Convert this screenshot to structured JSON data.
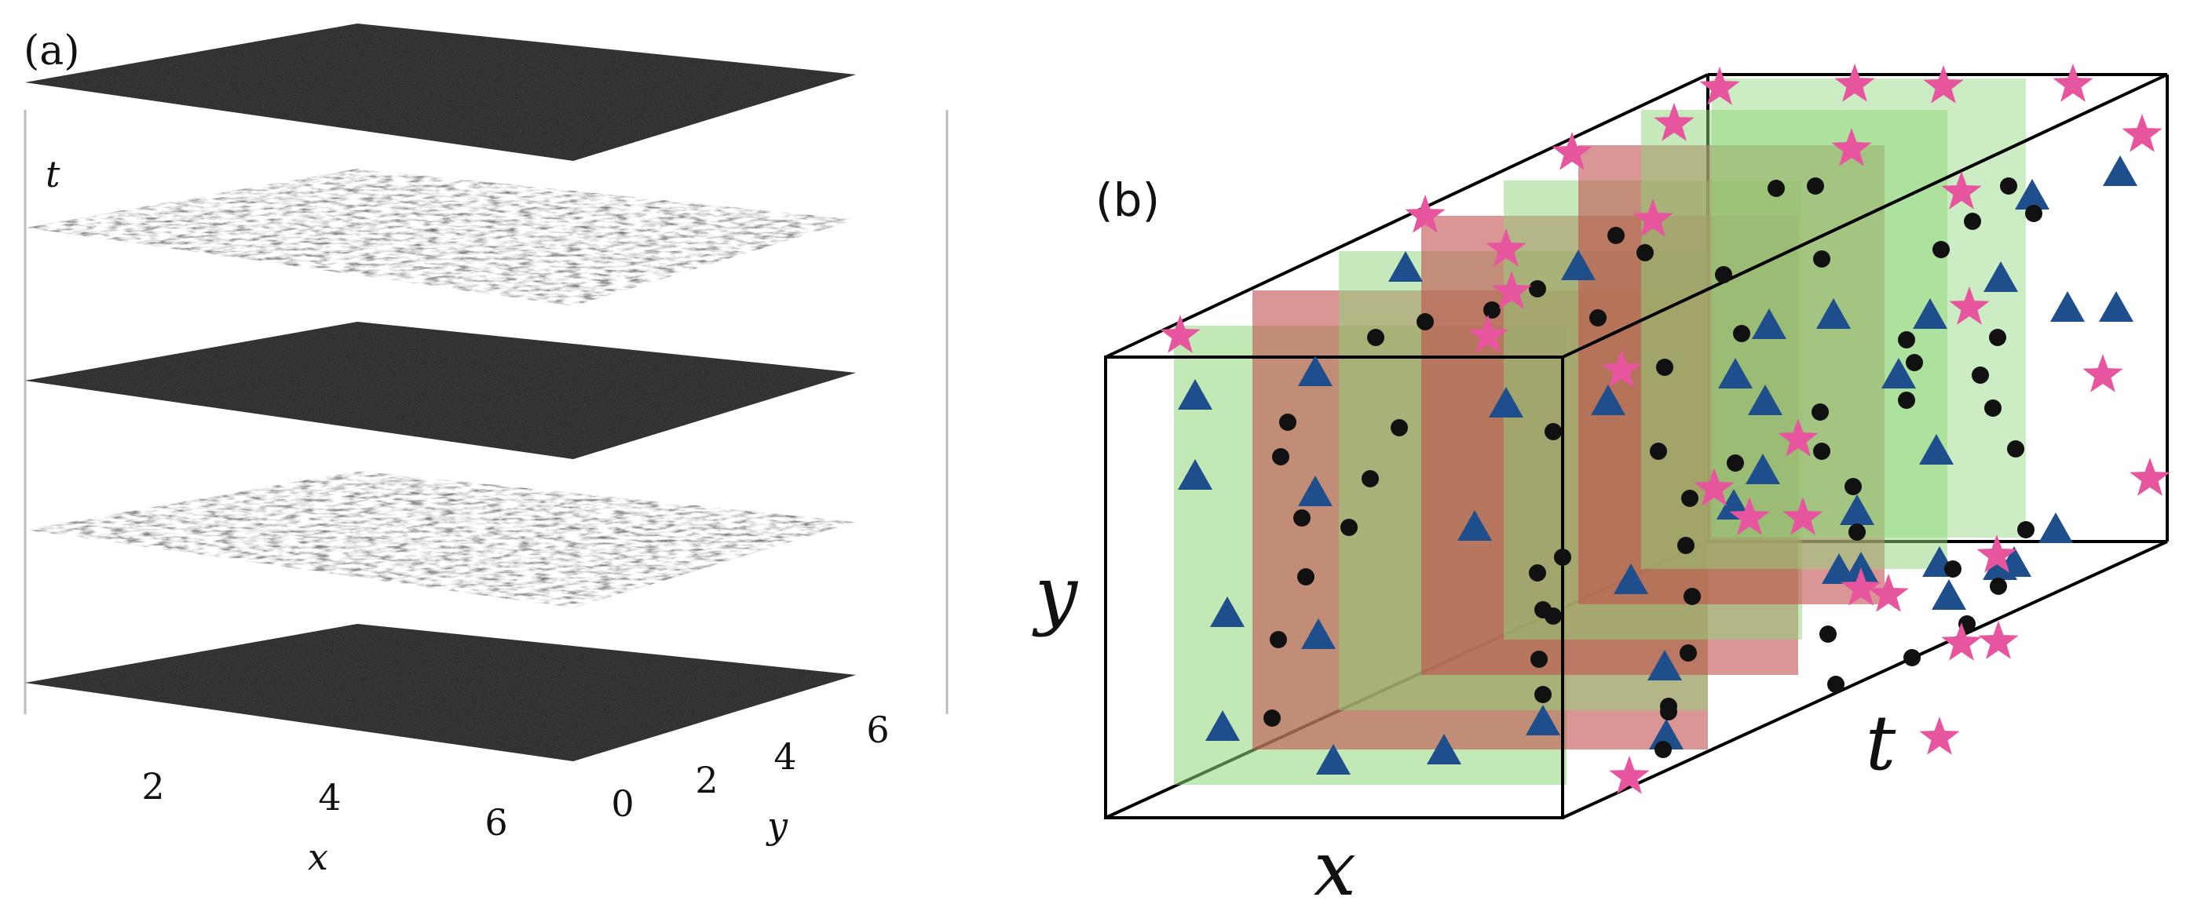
{
  "panel_a": {
    "label": "(a)",
    "t_axis_label": "t",
    "x_axis_label": "x",
    "y_axis_label": "y",
    "x_ticks": [
      "2",
      "4",
      "6"
    ],
    "y_ticks": [
      "0",
      "2",
      "4",
      "6"
    ],
    "slices": [
      {
        "kind": "dense"
      },
      {
        "kind": "sparse"
      },
      {
        "kind": "dense"
      },
      {
        "kind": "sparse"
      },
      {
        "kind": "dense"
      }
    ]
  },
  "panel_b": {
    "label": "(b)",
    "x_axis_label": "x",
    "y_axis_label": "y",
    "t_axis_label": "t",
    "colors": {
      "green_slab": "#8fd67a",
      "red_slab": "#c0504d",
      "triangle": "#1f4e8c",
      "star": "#e8559f",
      "dot": "#111111",
      "box_edge": "#000000"
    },
    "markers": [
      "triangle-marker",
      "circle-marker",
      "star-marker"
    ]
  }
}
